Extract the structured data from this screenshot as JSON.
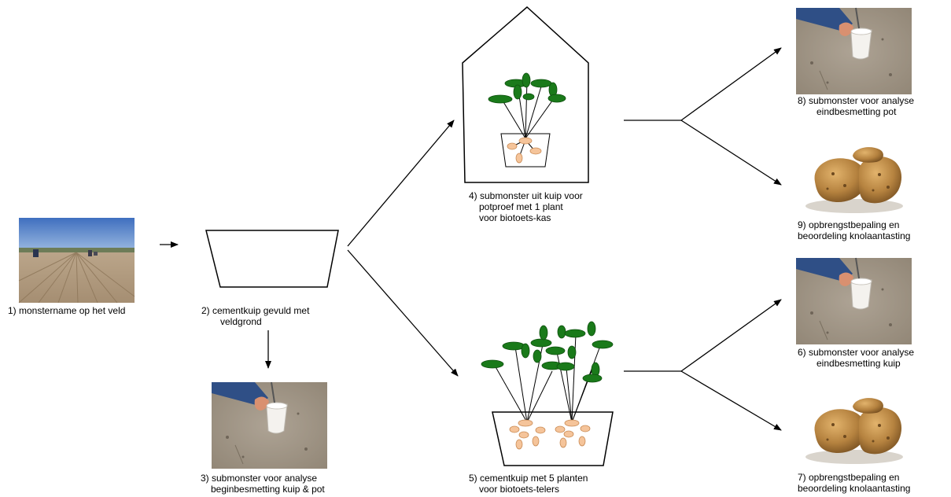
{
  "captions": {
    "step1": [
      "1) monstername op het veld"
    ],
    "step2": [
      "2) cementkuip gevuld met",
      "veldgrond"
    ],
    "step3": [
      "3) submonster voor analyse",
      "beginbesmetting kuip & pot"
    ],
    "step4": [
      "4) submonster uit kuip voor",
      "potproef met 1 plant",
      "voor biotoets-kas"
    ],
    "step5": [
      "5) cementkuip met 5 planten",
      "voor biotoets-telers"
    ],
    "step6": [
      "6) submonster voor analyse",
      "eindbesmetting kuip"
    ],
    "step7": [
      "7) opbrengstbepaling en",
      "beoordeling knolaantasting"
    ],
    "step8": [
      "8) submonster voor analyse",
      "eindbesmetting pot"
    ],
    "step9": [
      "9) opbrengstbepaling en",
      "beoordeling knolaantasting"
    ]
  },
  "colors": {
    "leaf": "#1a7a1a",
    "tuber": "#f5c49a",
    "sky": "#5b86c9",
    "soil": "#a89a86",
    "potato": "#b5823f"
  },
  "icons": [
    "field-photo",
    "soil-sample-photo",
    "potato-photo",
    "greenhouse",
    "plant"
  ]
}
